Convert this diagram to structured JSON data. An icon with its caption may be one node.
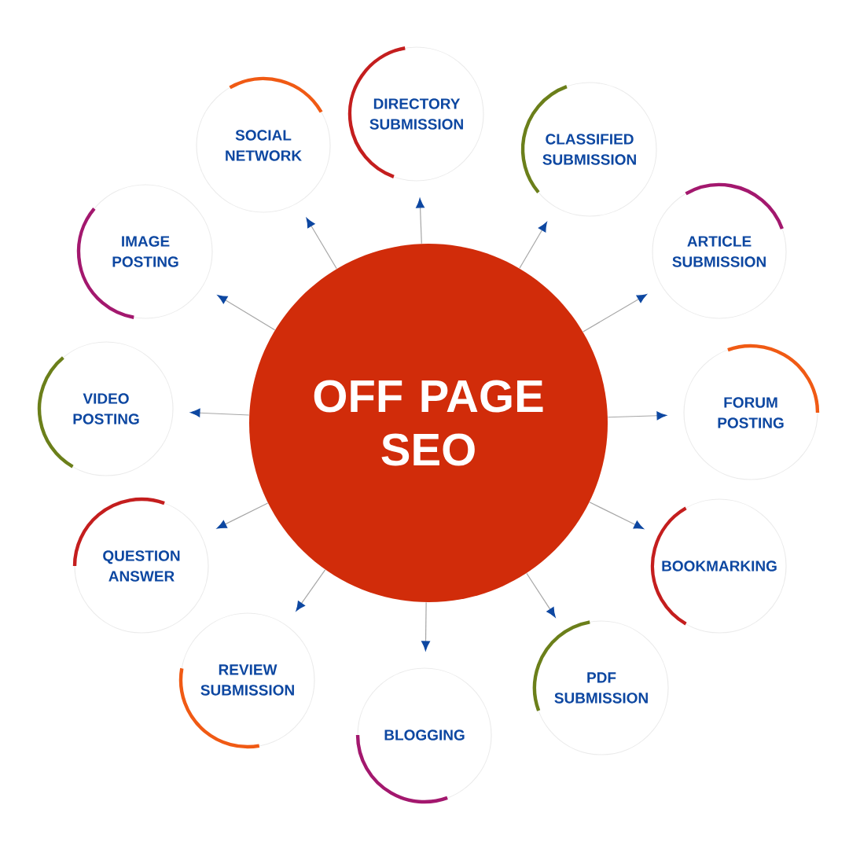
{
  "diagram": {
    "nodes": [
      {
        "text": [
          "OFF PAGE SEO"
        ]
      },
      {
        "text": [
          "DIRECTORY SUBMISSION"
        ]
      },
      {
        "text": [
          "CLASSIFIED SUBMISSION"
        ]
      },
      {
        "text": [
          "ARTICLE SUBMISSION"
        ]
      },
      {
        "text": [
          "FORUM POSTING"
        ]
      },
      {
        "text": [
          "BOOKMARKING"
        ]
      },
      {
        "text": [
          "PDF SUBMISSION"
        ]
      },
      {
        "text": [
          "BLOGGING"
        ]
      },
      {
        "text": [
          "REVIEW SUBMISSION"
        ]
      },
      {
        "text": [
          "QUESTION ANSWER"
        ]
      },
      {
        "text": [
          "VIDEO POSTING"
        ]
      },
      {
        "text": [
          "IMAGE POSTING"
        ]
      },
      {
        "text": [
          "SOCIAL NETWORK"
        ]
      }
    ],
    "edges": [
      {
        "from": 0,
        "to": 1,
        "arrow": "to"
      },
      {
        "from": 0,
        "to": 2,
        "arrow": "to"
      },
      {
        "from": 0,
        "to": 3,
        "arrow": "to"
      },
      {
        "from": 0,
        "to": 4,
        "arrow": "to"
      },
      {
        "from": 0,
        "to": 5,
        "arrow": "to"
      },
      {
        "from": 0,
        "to": 6,
        "arrow": "to"
      },
      {
        "from": 0,
        "to": 7,
        "arrow": "to"
      },
      {
        "from": 0,
        "to": 8,
        "arrow": "to"
      },
      {
        "from": 0,
        "to": 9,
        "arrow": "to"
      },
      {
        "from": 0,
        "to": 10,
        "arrow": "to"
      },
      {
        "from": 0,
        "to": 11,
        "arrow": "to"
      },
      {
        "from": 0,
        "to": 12,
        "arrow": "to"
      }
    ]
  }
}
